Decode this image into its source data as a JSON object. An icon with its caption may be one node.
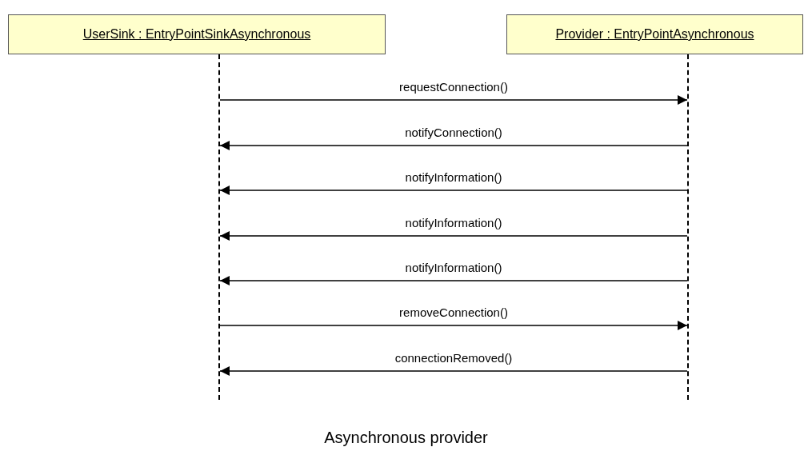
{
  "diagram": {
    "caption": "Asynchronous provider",
    "nodes": [
      {
        "text": [
          "UserSink : EntryPointSinkAsynchronous"
        ]
      },
      {
        "text": [
          "Provider : EntryPointAsynchronous"
        ]
      },
      {
        "text": [],
        "shape": "bar"
      },
      {
        "text": [],
        "shape": "bar"
      }
    ],
    "edges": [
      {
        "from": 2,
        "to": 3,
        "arrow": "to",
        "label": "requestConnection()"
      },
      {
        "from": 3,
        "to": 2,
        "arrow": "to",
        "label": "notifyConnection()"
      },
      {
        "from": 3,
        "to": 2,
        "arrow": "to",
        "label": "notifyInformation()"
      },
      {
        "from": 3,
        "to": 2,
        "arrow": "to",
        "label": "notifyInformation()"
      },
      {
        "from": 3,
        "to": 2,
        "arrow": "to",
        "label": "notifyInformation()"
      },
      {
        "from": 2,
        "to": 3,
        "arrow": "to",
        "label": "removeConnection()"
      },
      {
        "from": 3,
        "to": 2,
        "arrow": "to",
        "label": "connectionRemoved()"
      }
    ]
  }
}
